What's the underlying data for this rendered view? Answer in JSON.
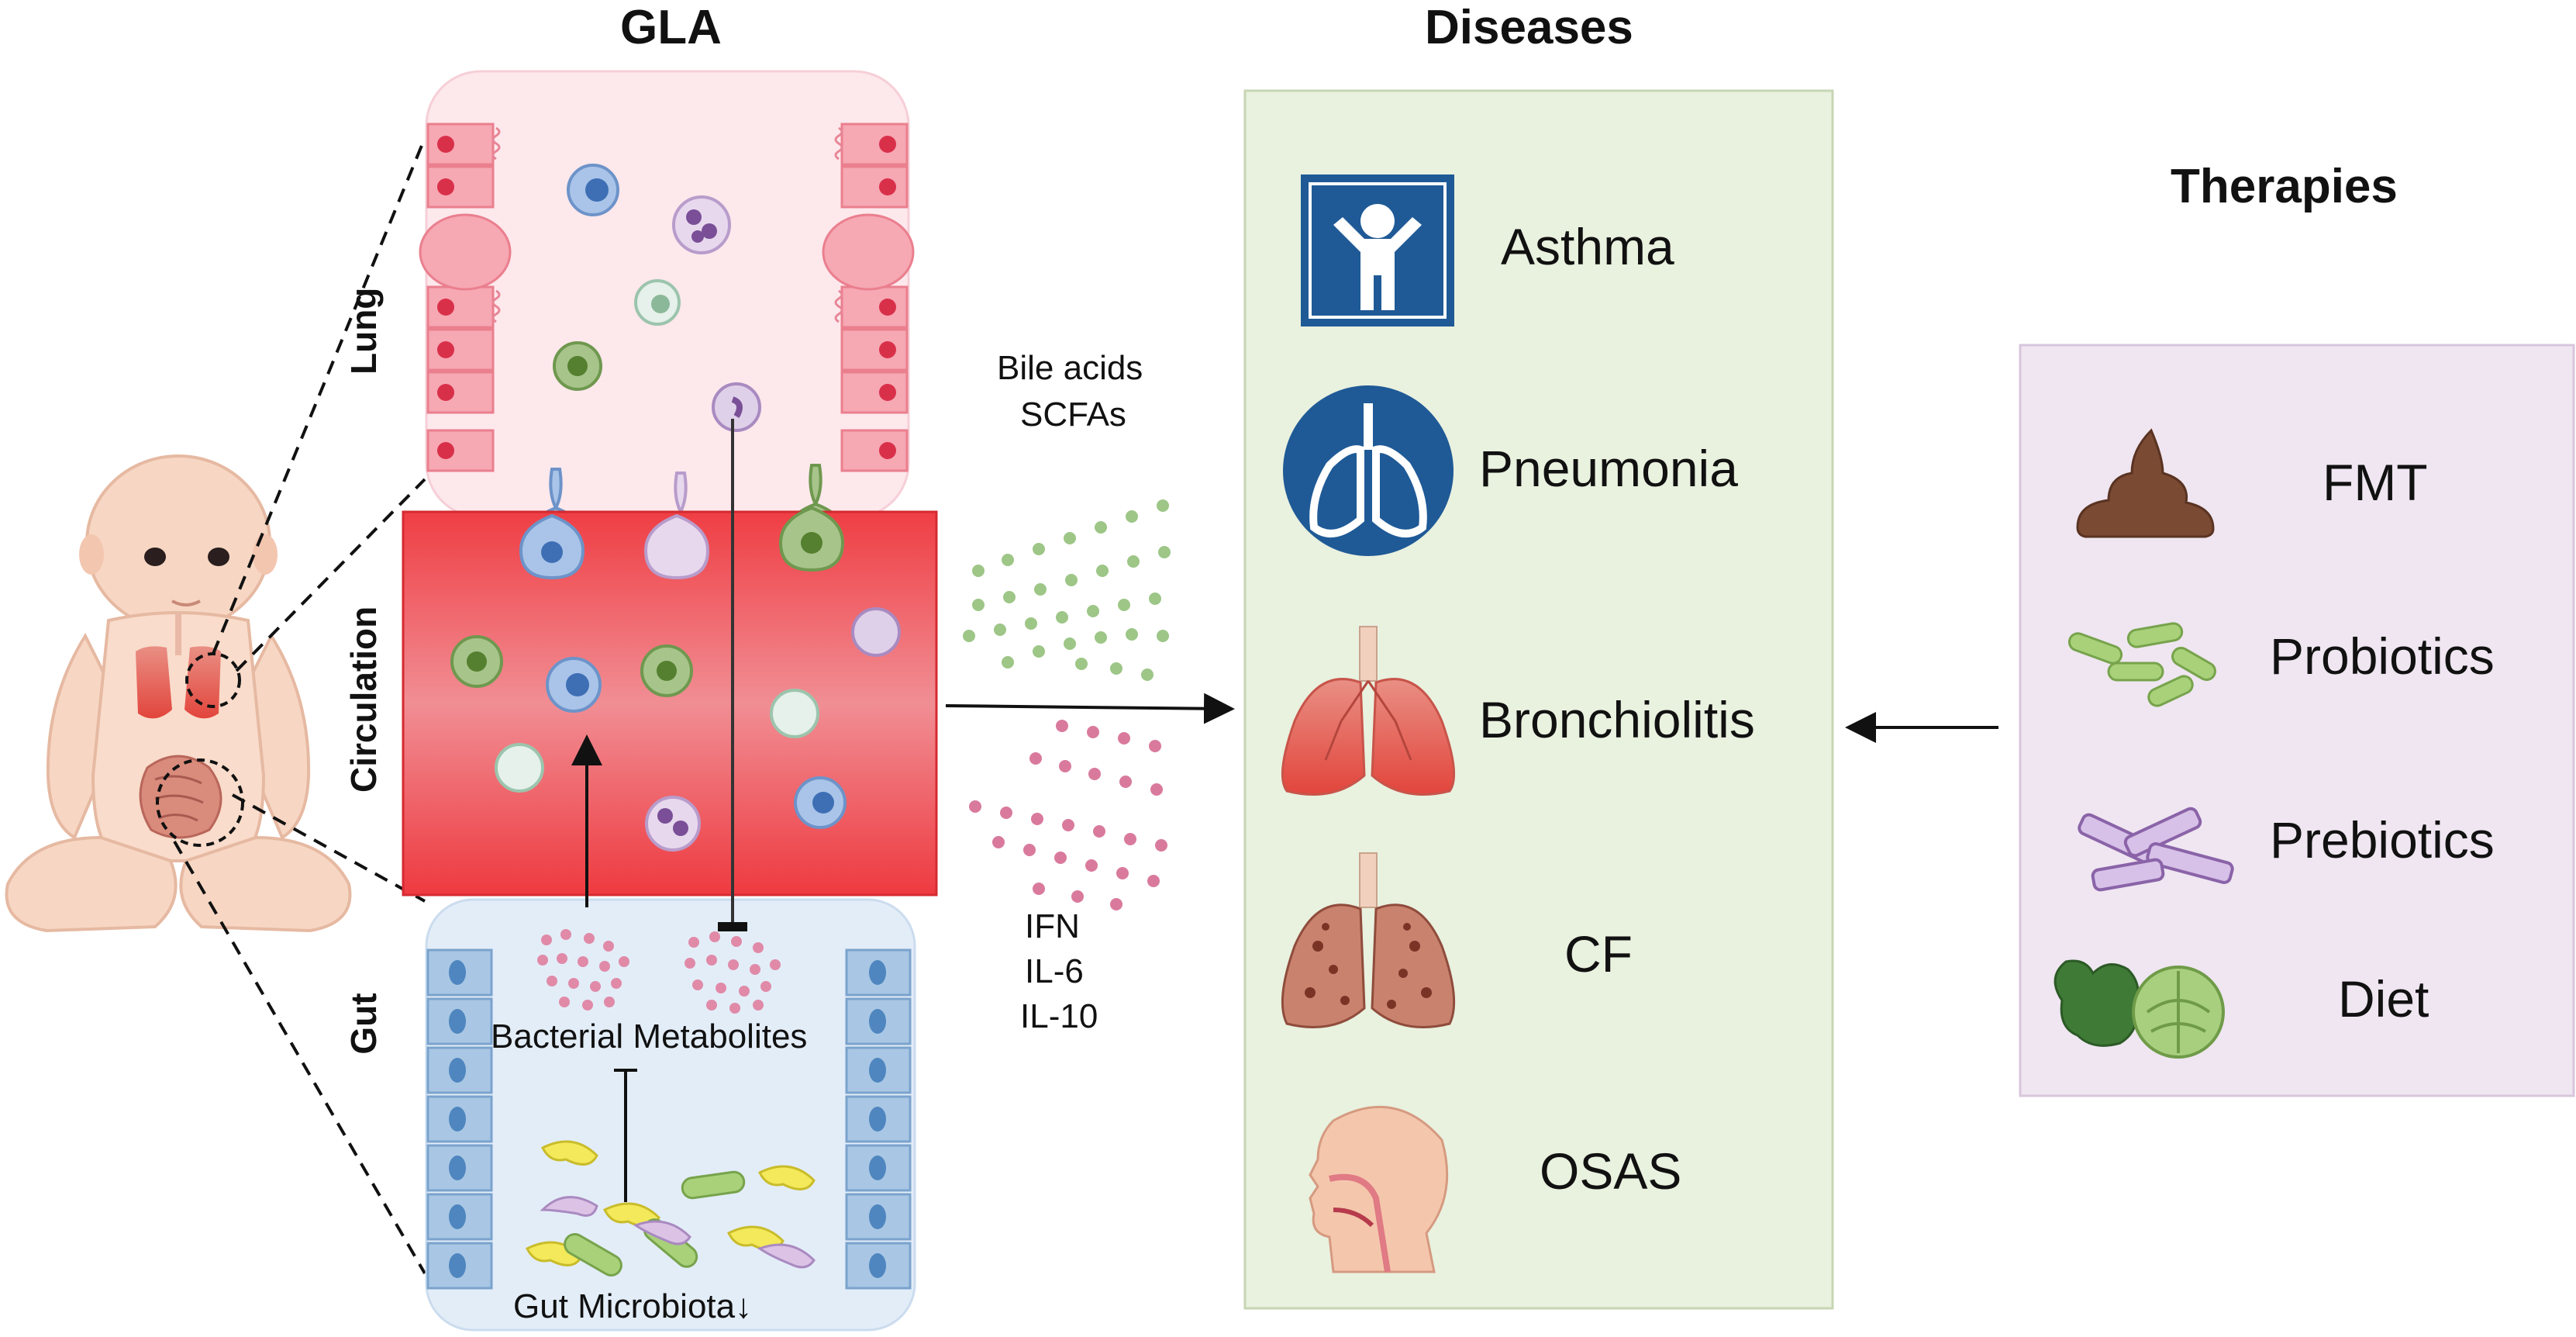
{
  "headings": {
    "gla": "GLA",
    "diseases": "Diseases",
    "therapies": "Therapies"
  },
  "compartments": {
    "lung": "Lung",
    "circulation": "Circulation",
    "gut": "Gut"
  },
  "gut_texts": {
    "metabolites": "Bacterial Metabolites",
    "microbiota": "Gut Microbiota↓"
  },
  "signals": {
    "metabolites": [
      "Bile acids",
      "SCFAs"
    ],
    "cytokines": [
      "IFN",
      "IL-6",
      "IL-10"
    ]
  },
  "diseases": [
    "Asthma",
    "Pneumonia",
    "Bronchiolitis",
    "CF",
    "OSAS"
  ],
  "therapies": [
    "FMT",
    "Probiotics",
    "Prebiotics",
    "Diet"
  ],
  "colors": {
    "lung_bg": "#fde8ec",
    "gut_bg": "#e3edf8",
    "circulation": "#e8333d",
    "disease_panel": "#e9f1df",
    "therapy_panel": "#efe6f1",
    "icon_blue": "#1f5a96"
  }
}
